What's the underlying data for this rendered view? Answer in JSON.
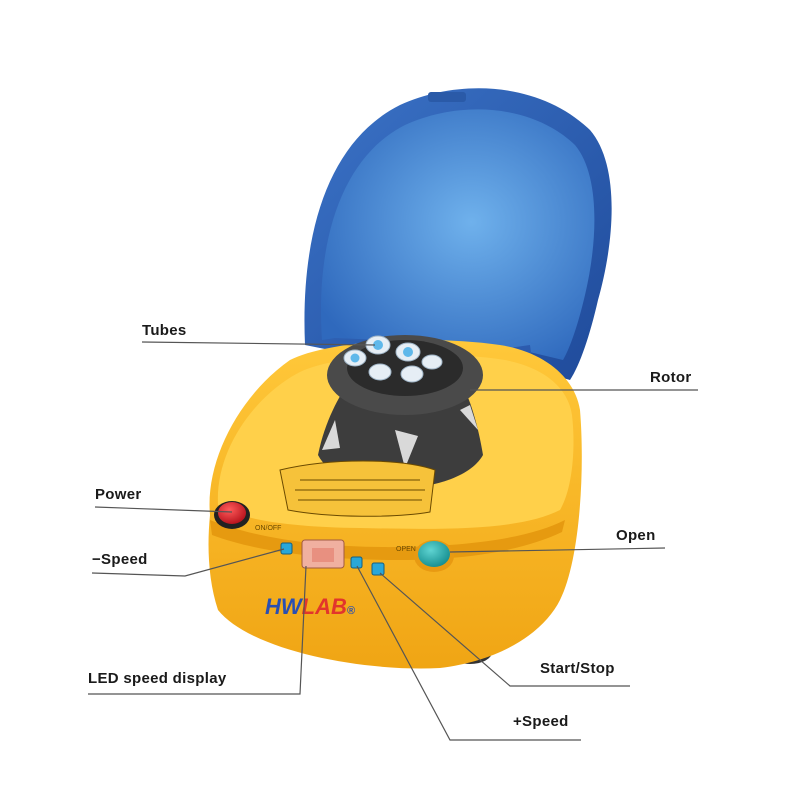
{
  "diagram": {
    "labels": {
      "tubes": "Tubes",
      "rotor": "Rotor",
      "power": "Power",
      "open": "Open",
      "minus_speed": "−Speed",
      "led_display": "LED speed display",
      "start_stop": "Start/Stop",
      "plus_speed": "+Speed"
    },
    "brand": {
      "left": "HW",
      "right": "LAB",
      "mark": "®"
    },
    "panel_text": {
      "on_off": "ON/OFF",
      "open": "OPEN"
    }
  },
  "colors": {
    "body_yellow": "#f9b41d",
    "body_shadow": "#e0950e",
    "lid_blue": "#2f62b4",
    "lid_inner": "#4a8fd6",
    "rotor_dark": "#3b3b3b",
    "power_red": "#d8202a",
    "open_teal": "#1fa6a8",
    "brand_blue": "#2a4fb2",
    "brand_red": "#e2352c",
    "leader": "#555555"
  }
}
